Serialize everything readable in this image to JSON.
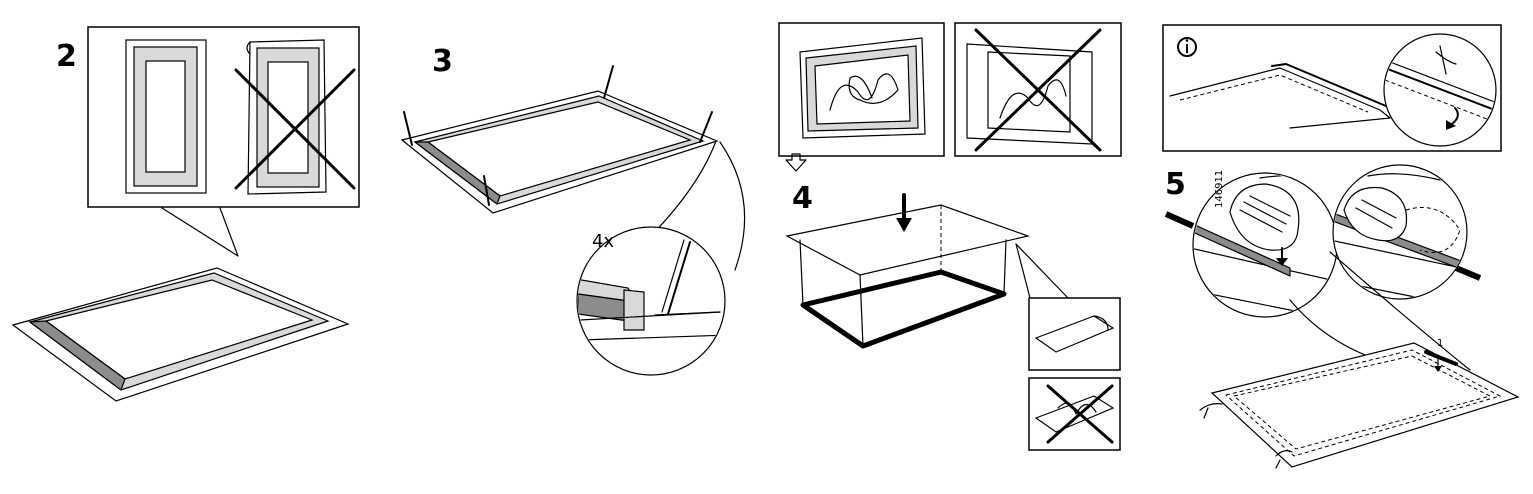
{
  "steps": {
    "step2": {
      "number": "2"
    },
    "step3": {
      "number": "3",
      "count_label": "4x"
    },
    "step4": {
      "number": "4"
    },
    "step5": {
      "number": "5",
      "order_label": "1",
      "product_code": "146911"
    }
  },
  "icons": {
    "info": "info-icon",
    "wrong": "cross-icon",
    "next": "outline-down-arrow-icon",
    "press": "down-arrow-icon"
  }
}
